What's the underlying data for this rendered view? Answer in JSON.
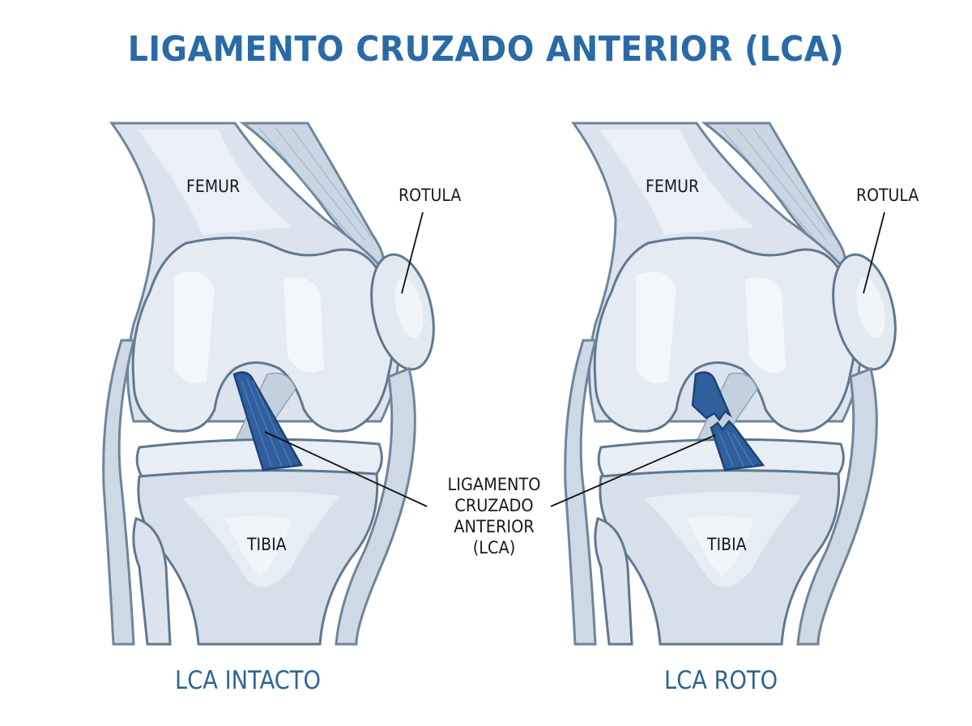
{
  "title": "LIGAMENTO CRUZADO ANTERIOR (LCA)",
  "colors": {
    "title": "#2a6aa6",
    "caption": "#2d6594",
    "ligament": "#2f5f9c",
    "bone_fill": "#dde6ef",
    "bone_light": "#eef3f8",
    "outline": "#6e859b",
    "label_text": "#151a20"
  },
  "panels": [
    {
      "id": "intact",
      "caption": "LCA INTACTO",
      "labels": {
        "femur": "FEMUR",
        "patella": "ROTULA",
        "tibia": "TIBIA"
      },
      "ligament_state": "intact"
    },
    {
      "id": "torn",
      "caption": "LCA ROTO",
      "labels": {
        "femur": "FEMUR",
        "patella": "ROTULA",
        "tibia": "TIBIA"
      },
      "ligament_state": "torn"
    }
  ],
  "center_label": {
    "lines": [
      "LIGAMENTO",
      "CRUZADO",
      "ANTERIOR",
      "(LCA)"
    ]
  }
}
